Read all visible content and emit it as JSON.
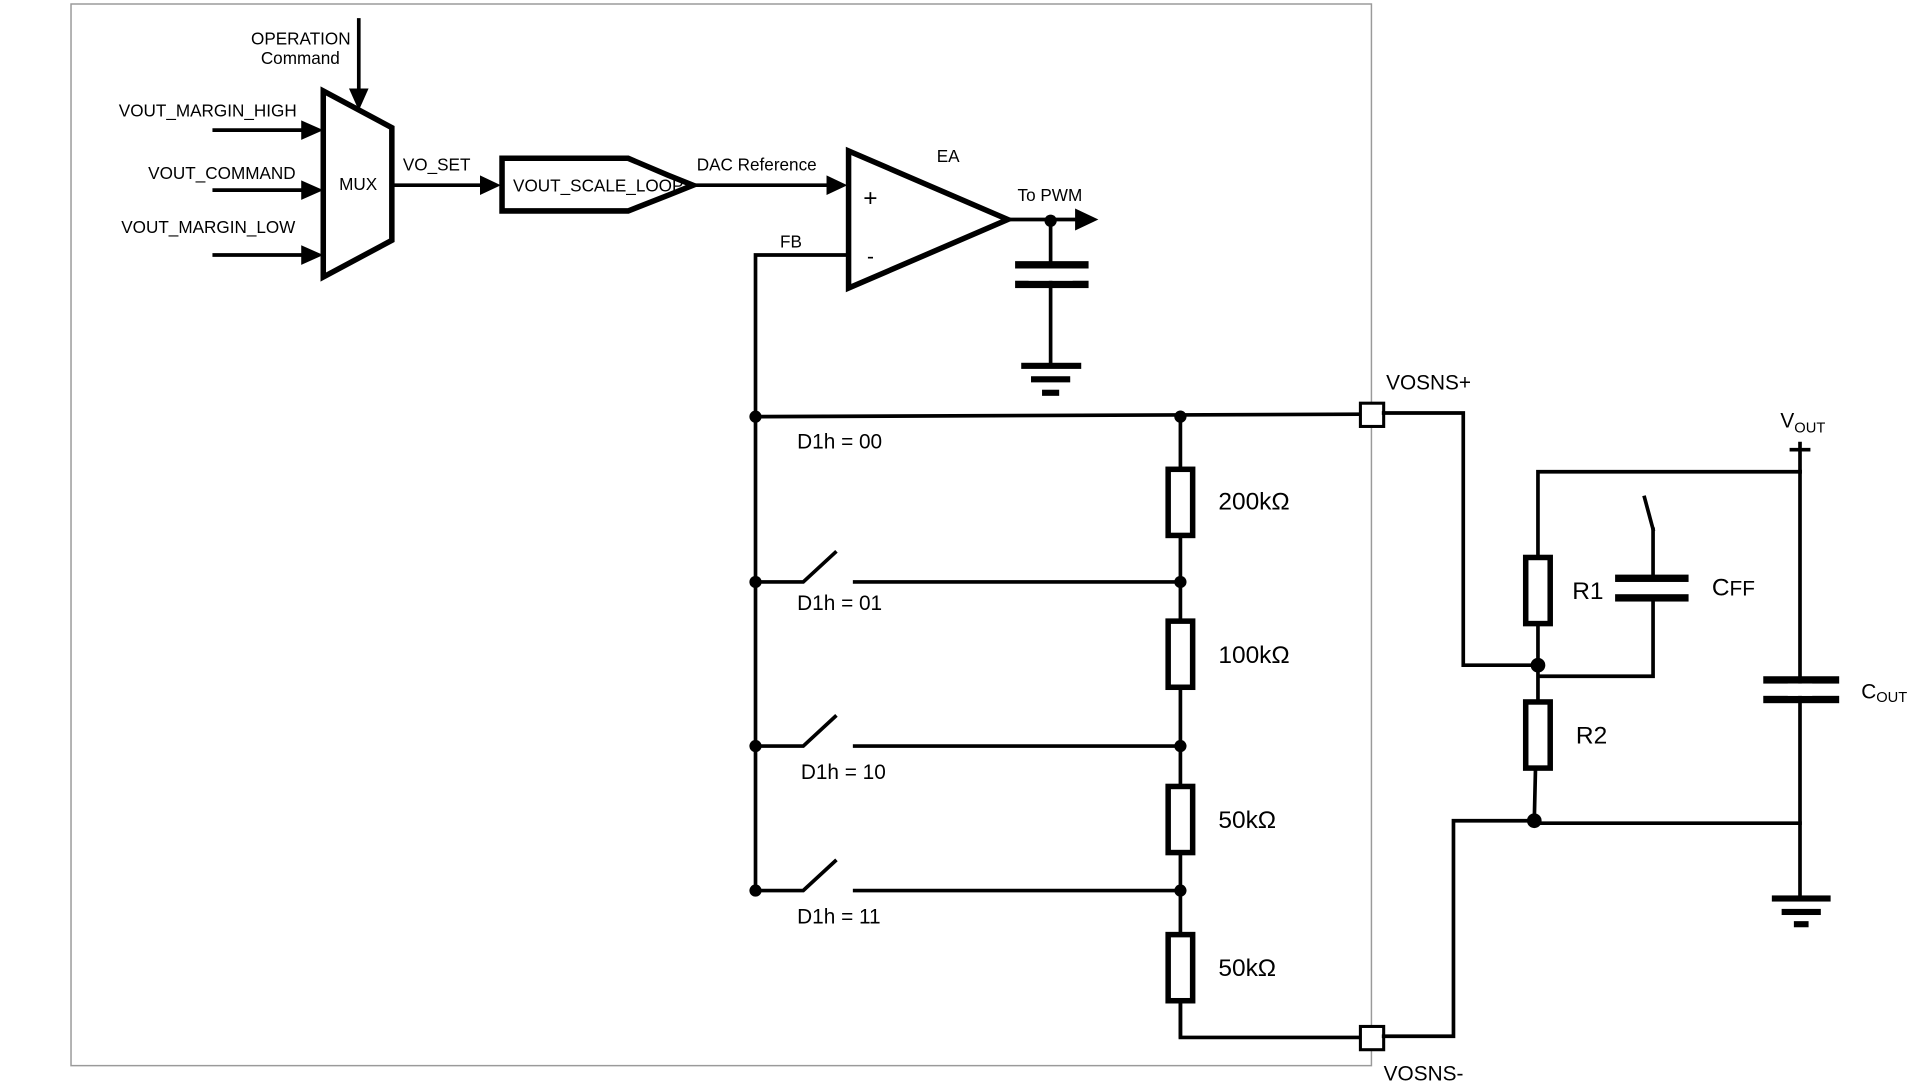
{
  "diagram": {
    "title": "VOUT sense feedback divider selection schematic",
    "mux": {
      "label": "MUX",
      "control_label_line1": "OPERATION",
      "control_label_line2": "Command",
      "inputs": [
        "VOUT_MARGIN_HIGH",
        "VOUT_COMMAND",
        "VOUT_MARGIN_LOW"
      ],
      "output_label": "VO_SET"
    },
    "scale_block": {
      "label": "VOUT_SCALE_LOOP",
      "output_label": "DAC Reference"
    },
    "error_amp": {
      "label": "EA",
      "plus": "+",
      "minus": "-",
      "fb_label": "FB",
      "output_label": "To PWM"
    },
    "divider": {
      "resistors": [
        "200kΩ",
        "100kΩ",
        "50kΩ",
        "50kΩ"
      ],
      "switch_labels": [
        "D1h = 00",
        "D1h = 01",
        "D1h = 10",
        "D1h = 11"
      ]
    },
    "pins": {
      "plus": "VOSNS+",
      "minus": "VOSNS-"
    },
    "external": {
      "vout_main": "V",
      "vout_sub": "OUT",
      "r1": "R1",
      "r2": "R2",
      "cff_main": "C",
      "cff_sub": "FF",
      "cout_main": "C",
      "cout_sub": "OUT"
    }
  }
}
